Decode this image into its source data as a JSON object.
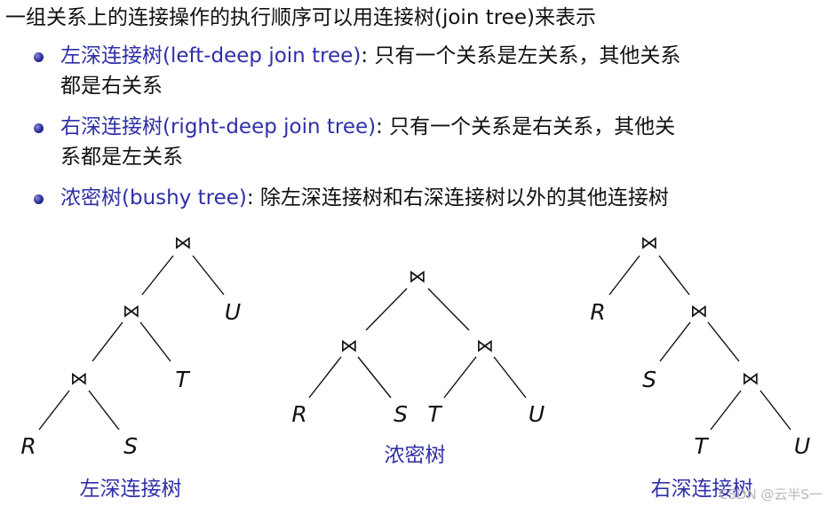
{
  "intro": "一组关系上的连接操作的执行顺序可以用连接树(join tree)来表示",
  "bullets": [
    {
      "term": "左深连接树(left-deep join tree)",
      "text_line1": ": 只有一个关系是左关系，其他关系",
      "text_line2": "都是右关系"
    },
    {
      "term": "右深连接树(right-deep join tree)",
      "text_line1": ": 只有一个关系是右关系，其他关",
      "text_line2": "系都是左关系"
    },
    {
      "term": "浓密树(bushy tree)",
      "text_line1": ": 除左深连接树和右深连接树以外的其他连接树",
      "text_line2": ""
    }
  ],
  "join_symbol": "⋈",
  "trees": {
    "left_deep": {
      "leaves": [
        "U",
        "T",
        "R",
        "S"
      ],
      "caption": "左深连接树"
    },
    "bushy": {
      "leaves": [
        "R",
        "S",
        "T",
        "U"
      ],
      "caption": "浓密树"
    },
    "right_deep": {
      "leaves": [
        "R",
        "S",
        "T",
        "U"
      ],
      "caption": "右深连接树"
    }
  },
  "watermark": "CSDN @云半S一"
}
